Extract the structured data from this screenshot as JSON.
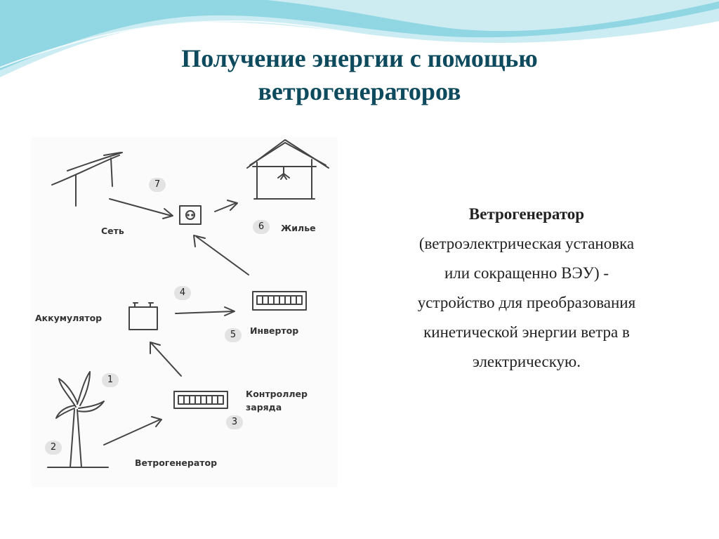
{
  "slide": {
    "title_line1": "Получение энергии с помощью",
    "title_line2": "ветрогенераторов",
    "accent_color": "#5fc3d6",
    "title_color": "#0e4a5e"
  },
  "diagram": {
    "labels": {
      "grid": "Сеть",
      "home": "Жилье",
      "battery": "Аккумулятор",
      "inverter": "Инвертор",
      "controller_line1": "Контроллер",
      "controller_line2": "заряда",
      "generator": "Ветрогенератор"
    },
    "badges": {
      "b1": "1",
      "b2": "2",
      "b3": "3",
      "b4": "4",
      "b5": "5",
      "b6": "6",
      "b7": "7"
    }
  },
  "description": {
    "heading": "Ветрогенератор",
    "line1": "(ветроэлектрическая установка",
    "line2": "или сокращенно ВЭУ) -",
    "line3": "устройство для преобразования",
    "line4": "кинетической энергии ветра в",
    "line5": "электрическую."
  }
}
